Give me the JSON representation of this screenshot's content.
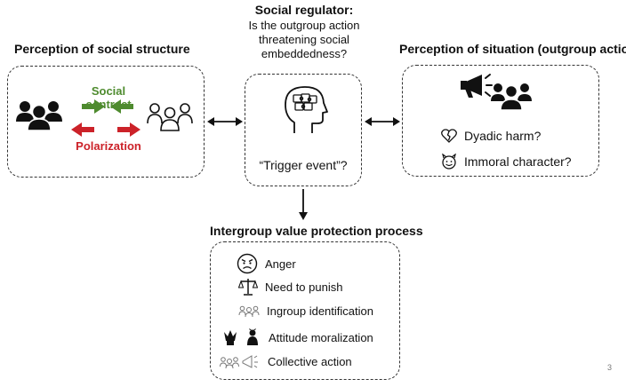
{
  "left": {
    "heading": "Perception of social structure",
    "social_contract": "Social contract",
    "polarization": "Polarization"
  },
  "center": {
    "heading": "Social regulator:",
    "question": "Is the outgroup action threatening social embeddedness?",
    "trigger": "“Trigger event”?"
  },
  "right": {
    "heading": "Perception of situation (outgroup action)",
    "items": [
      "Dyadic harm?",
      "Immoral character?"
    ]
  },
  "bottom": {
    "heading": "Intergroup value protection process",
    "items": [
      "Anger",
      "Need to punish",
      "Ingroup identification",
      "Attitude moralization",
      "Collective action"
    ]
  },
  "page_number": "3",
  "colors": {
    "green": "#4e8b2e",
    "red": "#cc2229",
    "dark": "#111111"
  },
  "icons": [
    "group-filled-icon",
    "group-outline-icon",
    "head-puzzle-icon",
    "megaphone-icon",
    "broken-heart-icon",
    "devil-face-icon",
    "angry-face-icon",
    "scales-icon",
    "group-small-icon",
    "hands-icon",
    "megaphone-group-icon"
  ]
}
